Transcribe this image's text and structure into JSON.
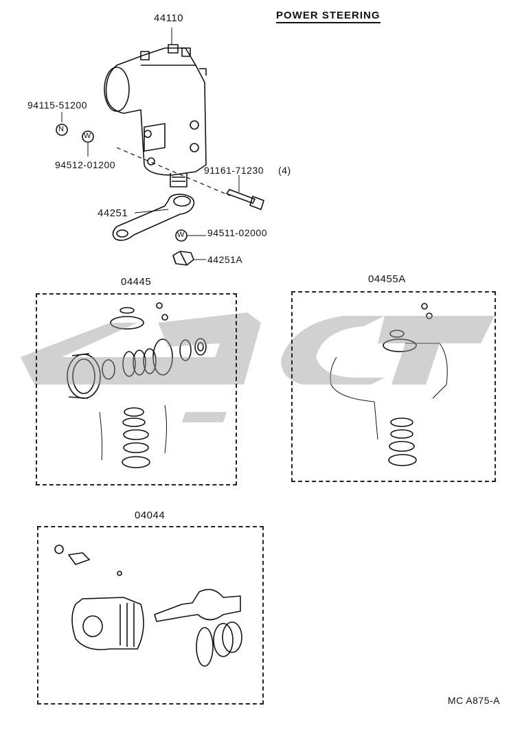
{
  "title": "POWER STEERING",
  "ref_code": "MC A875-A",
  "parts": {
    "gear_housing": "44110",
    "nut_bolt": "94115-51200",
    "washer_left": "94512-01200",
    "bolt": "91161-71230",
    "bolt_qty": "(4)",
    "pitman_arm": "44251",
    "washer_lower": "94511-02000",
    "nut_lower": "44251A"
  },
  "symbols": {
    "nut_symbol": "N",
    "washer_symbol": "W"
  },
  "kits": [
    {
      "code": "04445"
    },
    {
      "code": "04455A"
    },
    {
      "code": "04044"
    }
  ]
}
